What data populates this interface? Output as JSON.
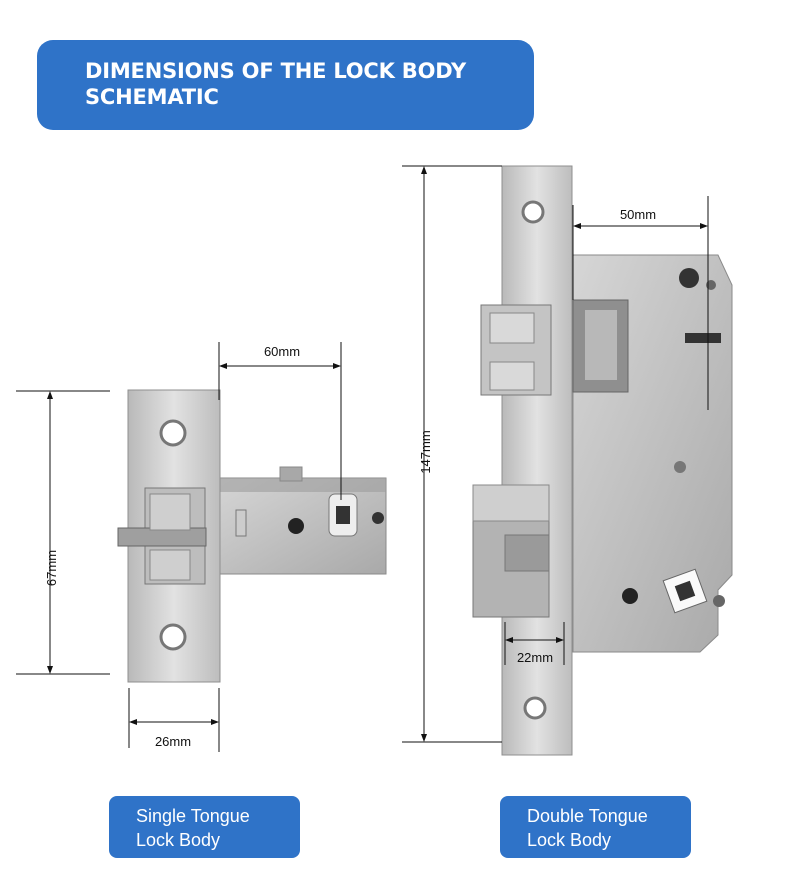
{
  "title": "DIMENSIONS OF THE LOCK BODY SCHEMATIC",
  "labels": {
    "single": "Single Tongue\nLock Body",
    "double": "Double Tongue\nLock Body"
  },
  "dimensions": {
    "height_single": "67mm",
    "backset_single": "60mm",
    "faceplate_single": "26mm",
    "height_double": "147mm",
    "backset_double": "50mm",
    "tongue_double": "22mm"
  },
  "colors": {
    "banner": "#2f73c8",
    "steel": "#c9c9c9"
  }
}
